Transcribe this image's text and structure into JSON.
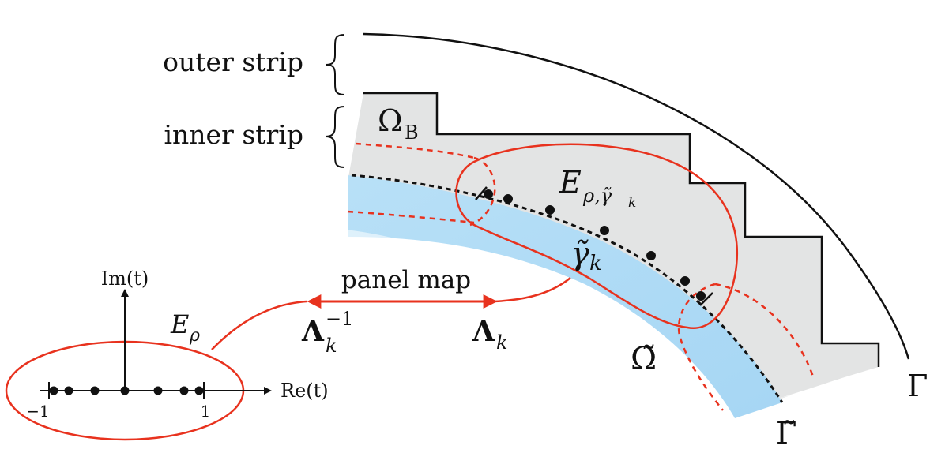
{
  "labels": {
    "outer_strip": "outer strip",
    "inner_strip": "inner strip",
    "omega_b_main": "Ω",
    "omega_b_sub": "B",
    "e_rho_gamma_main": "E",
    "e_rho_gamma_sub": "ρ,γ̃",
    "e_rho_gamma_subsub": "k",
    "gamma_tilde": "γ̃",
    "gamma_tilde_sub": "k",
    "panel_map": "panel map",
    "lambda_inv_main": "Λ",
    "lambda_inv_sub": "k",
    "lambda_inv_sup": "−1",
    "lambda_main": "Λ",
    "lambda_sub": "k",
    "omega_tilde": "Ω̃",
    "gamma_big": "Γ",
    "gamma_big_tilde": "Γ̃",
    "e_rho_main": "E",
    "e_rho_sub": "ρ",
    "im_axis": "Im(t)",
    "re_axis": "Re(t)",
    "tick_minus_one": "−1",
    "tick_one": "1"
  },
  "colors": {
    "red": "#e8321e",
    "blue": "#a9d8f5",
    "grey": "#e3e4e4",
    "black": "#111111"
  }
}
